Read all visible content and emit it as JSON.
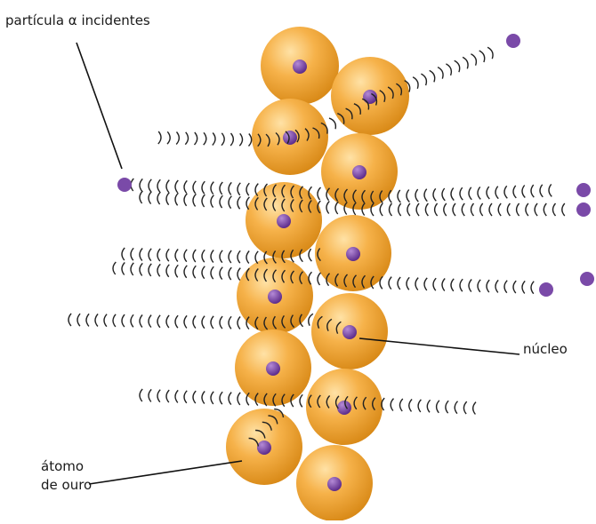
{
  "labels": {
    "incident_particles": "partícula α incidentes",
    "nucleus": "núcleo",
    "gold_atom_line1": "átomo",
    "gold_atom_line2": "de ouro"
  },
  "colors": {
    "atom": "#f2a93b",
    "atom_highlight": "#ffe2a6",
    "atom_shadow": "#d98a18",
    "nucleus": "#7a3fa8",
    "particle": "#7a4aa8",
    "trail": "#222222",
    "leader_line": "#111111"
  }
}
